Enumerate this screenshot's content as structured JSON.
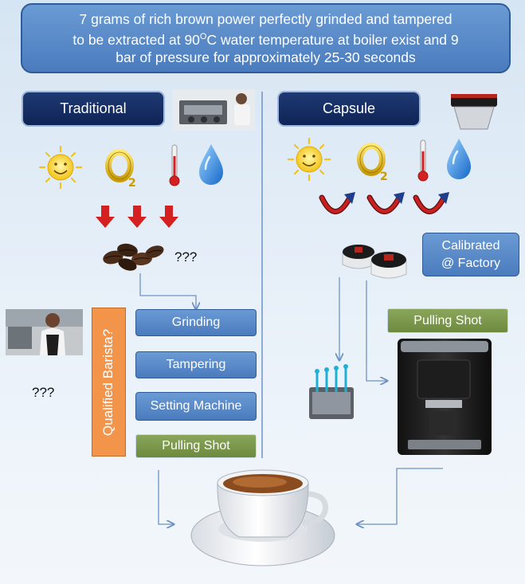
{
  "header": {
    "line1": "7 grams of rich brown power perfectly grinded and tampered",
    "line2_pre": "to be extracted at 90",
    "line2_sup": "O",
    "line2_post": "C water temperature at boiler exist and 9",
    "line3": "bar of pressure for approximately 25-30 seconds"
  },
  "traditional": {
    "title": "Traditional",
    "beans_unknown": "???",
    "barista_unknown": "???",
    "barista_label": "Qualified Barista?",
    "steps": [
      "Grinding",
      "Tampering",
      "Setting Machine",
      "Pulling Shot"
    ]
  },
  "capsule": {
    "title": "Capsule",
    "calibrated_line1": "Calibrated",
    "calibrated_line2": "@ Factory",
    "pulling_shot": "Pulling Shot"
  },
  "elements": [
    "sun",
    "oxygen",
    "temperature",
    "water"
  ],
  "colors": {
    "header_blue": "#4a7bbd",
    "navy": "#0f2456",
    "step_blue": "#5b8ac8",
    "pulling_green": "#7a9648",
    "barista_orange": "#f2954a",
    "arrow_red": "#d42020",
    "connector": "#6e93c4"
  }
}
